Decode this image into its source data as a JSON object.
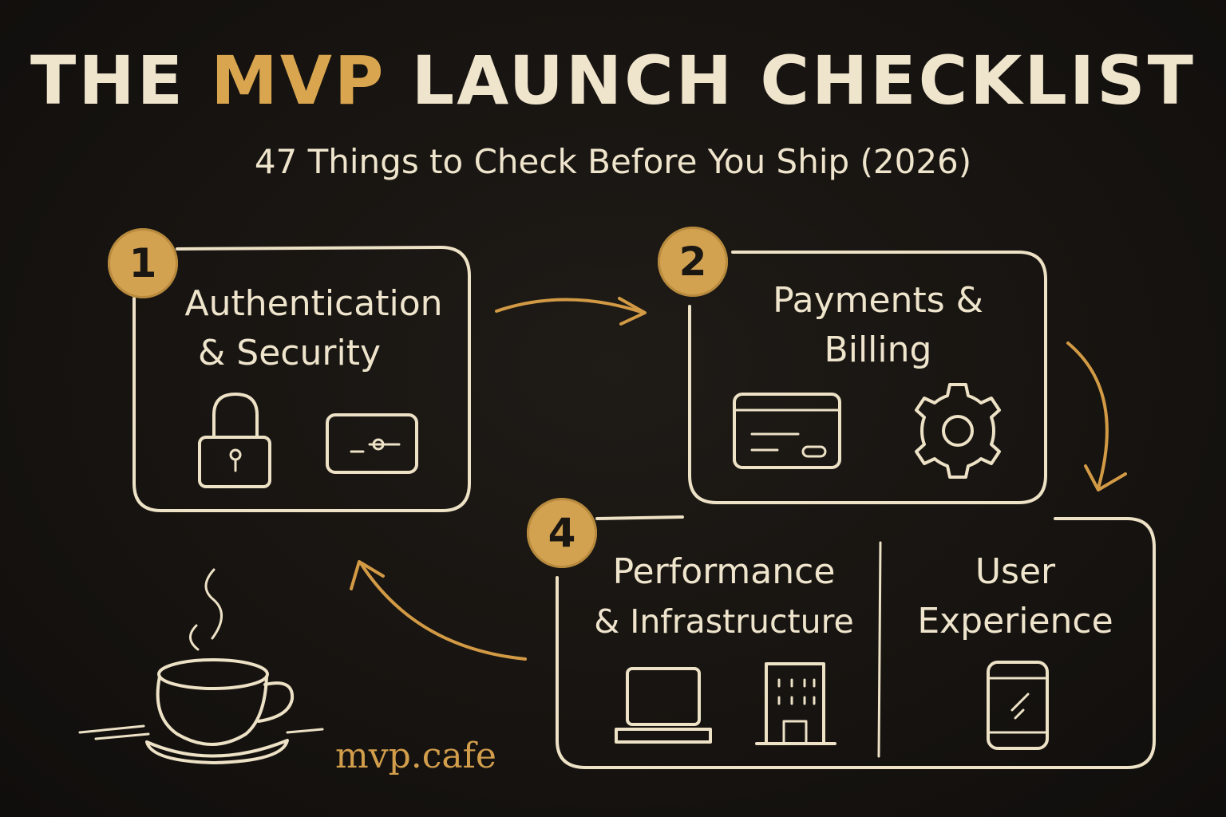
{
  "header": {
    "title_pre": "THE",
    "title_accent": "MVP",
    "title_post": "LAUNCH CHECKLIST",
    "subtitle": "47 Things to Check Before You Ship (2026)"
  },
  "steps": [
    {
      "badge": "1",
      "line1": "Authentication",
      "line2": "& Security",
      "icons": [
        "lock-icon",
        "key-card-icon"
      ]
    },
    {
      "badge": "2",
      "line1": "Payments &",
      "line2": "Billing",
      "icons": [
        "credit-card-icon",
        "gear-icon"
      ]
    },
    {
      "badge": "4",
      "line1": "Performance",
      "line2": "& Infrastructure",
      "icons": [
        "laptop-icon",
        "building-icon"
      ]
    },
    {
      "line1": "User",
      "line2": "Experience",
      "icons": [
        "smartphone-icon"
      ]
    }
  ],
  "footer": {
    "site": "mvp.cafe"
  },
  "colors": {
    "background": "#161310",
    "chalk": "#ede1c6",
    "accent": "#d9a64f"
  }
}
